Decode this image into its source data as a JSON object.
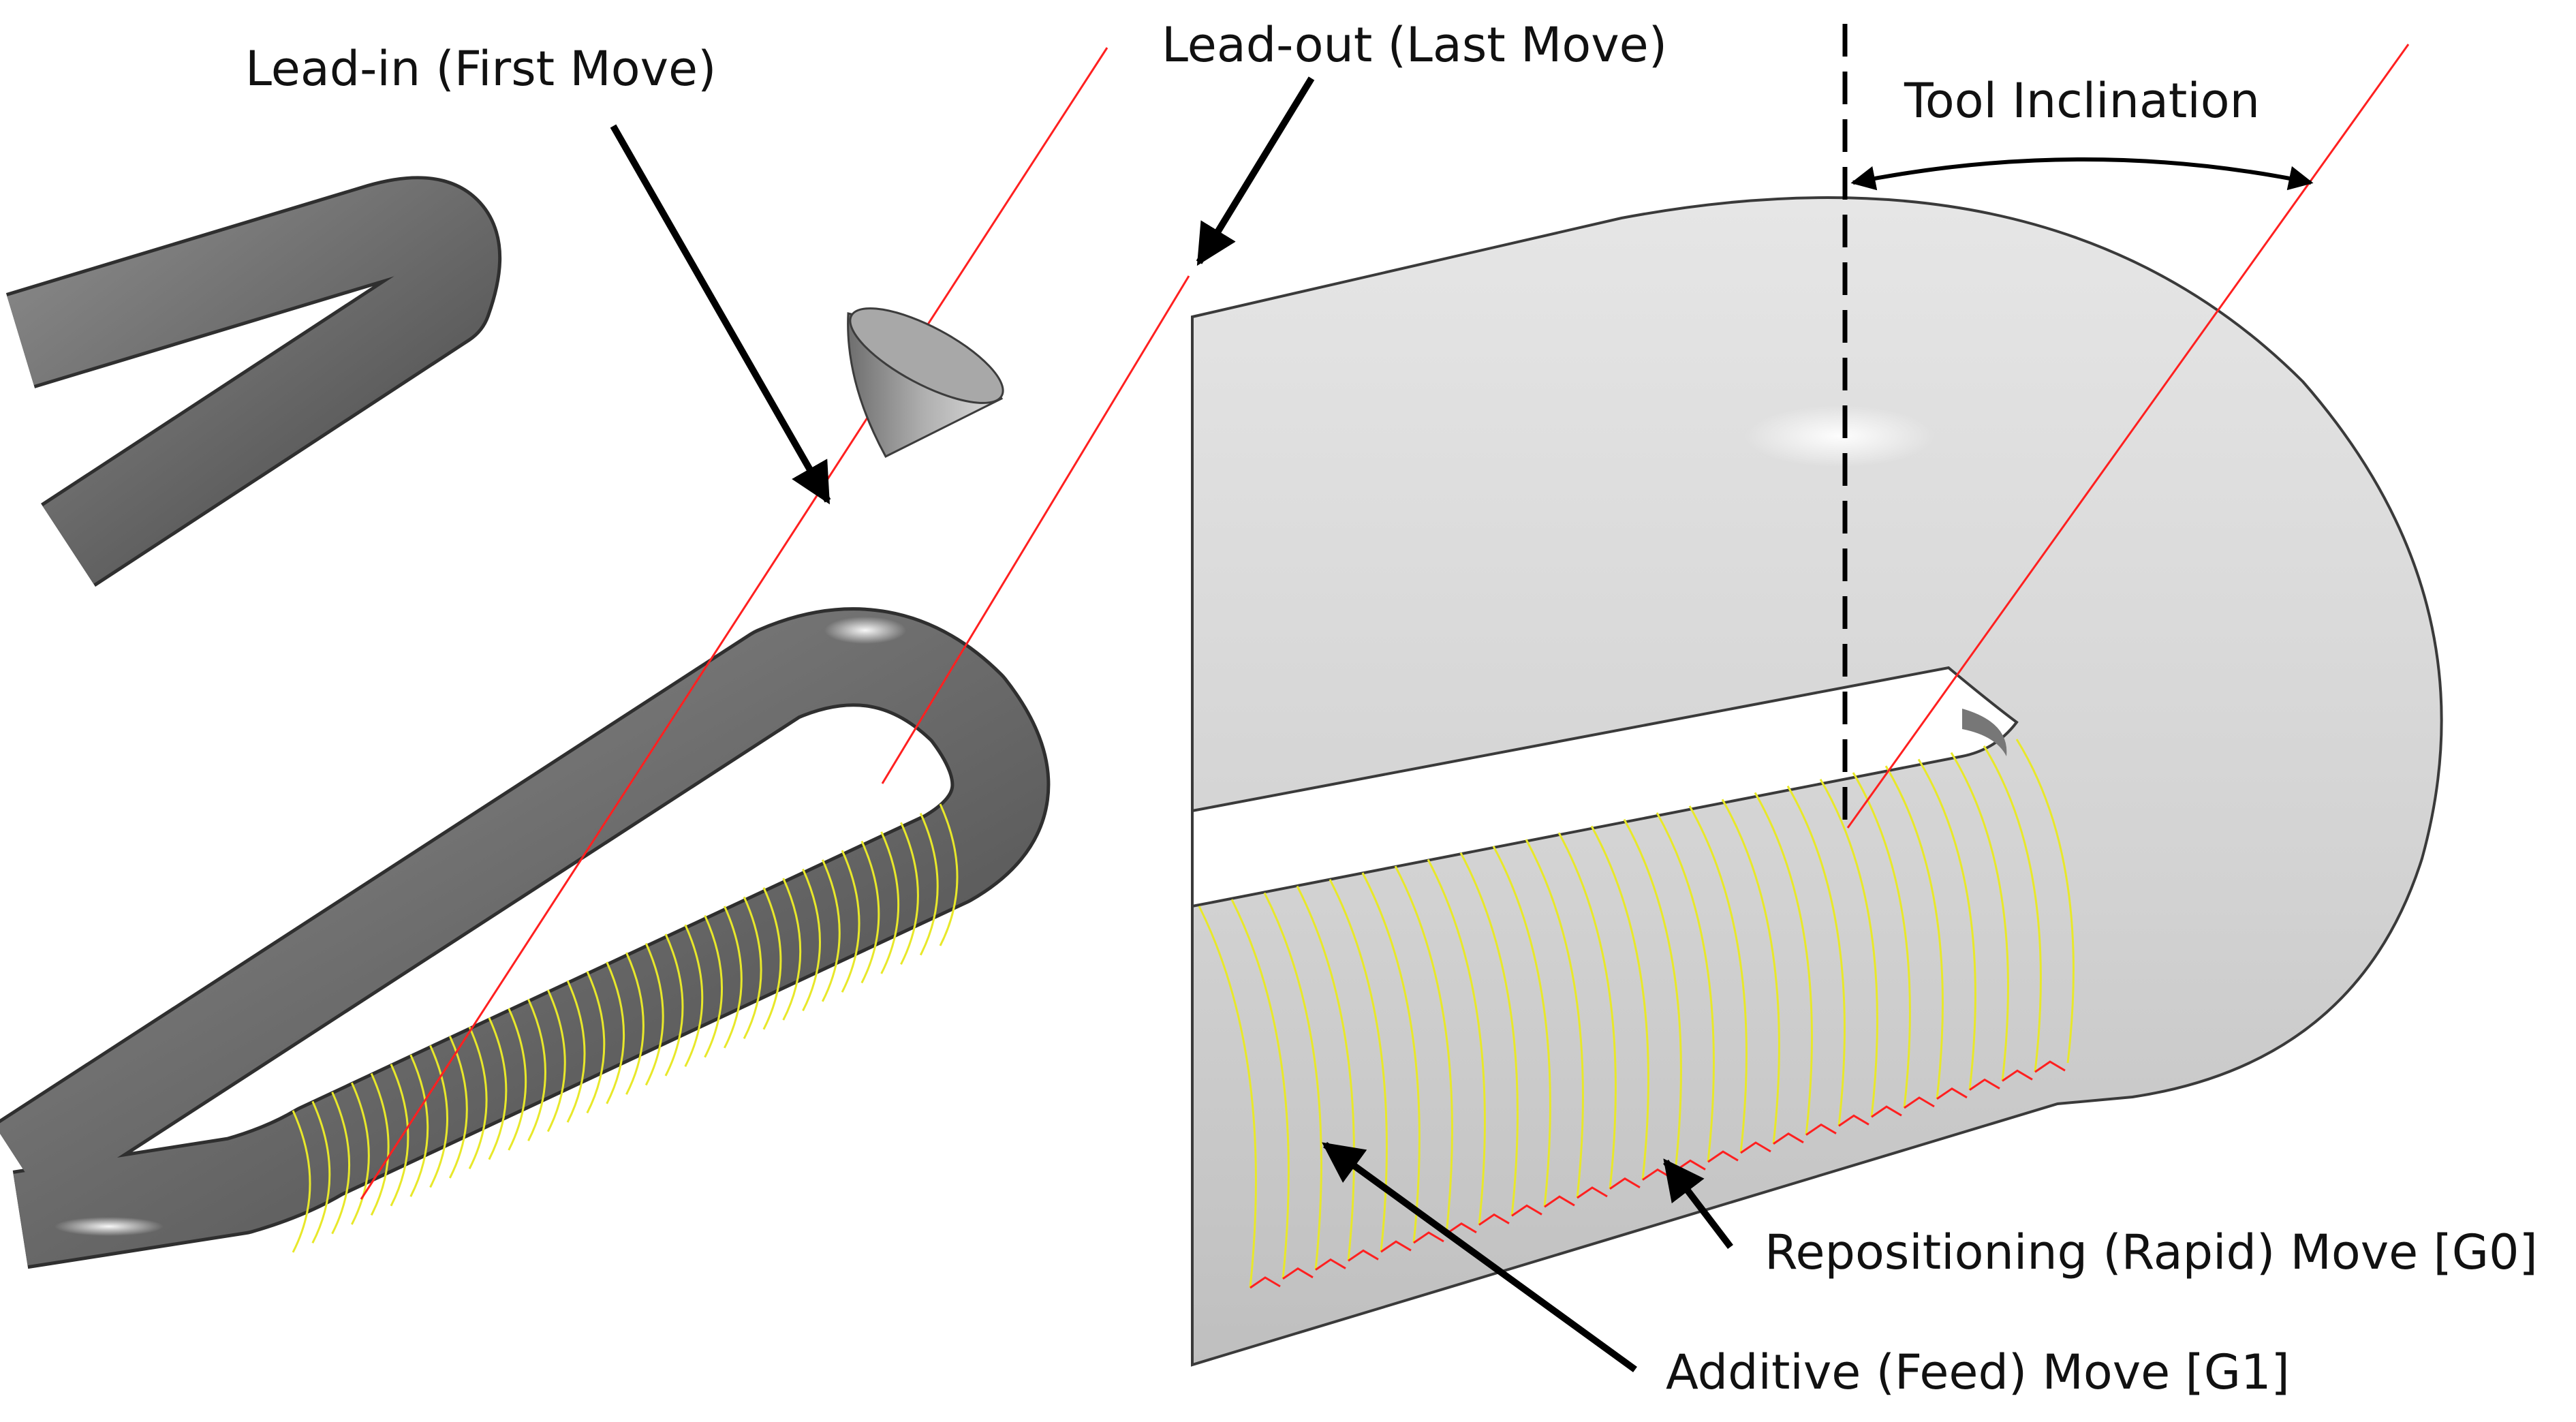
{
  "annotations": {
    "lead_in": "Lead-in (First Move)",
    "lead_out": "Lead-out (Last Move)",
    "tool_inclination": "Tool Inclination",
    "repositioning_move": "Repositioning (Rapid) Move [G0]",
    "additive_move": "Additive (Feed) Move [G1]"
  },
  "colors": {
    "feed_path": "#e8e82a",
    "rapid_path": "#ff2020",
    "tool_axis": "#ff2020",
    "pipe_dark": "#6e6e6e",
    "pipe_light": "#d3d3d3",
    "arrow": "#000000"
  },
  "icons": {
    "tool": "cone-tool-icon"
  }
}
